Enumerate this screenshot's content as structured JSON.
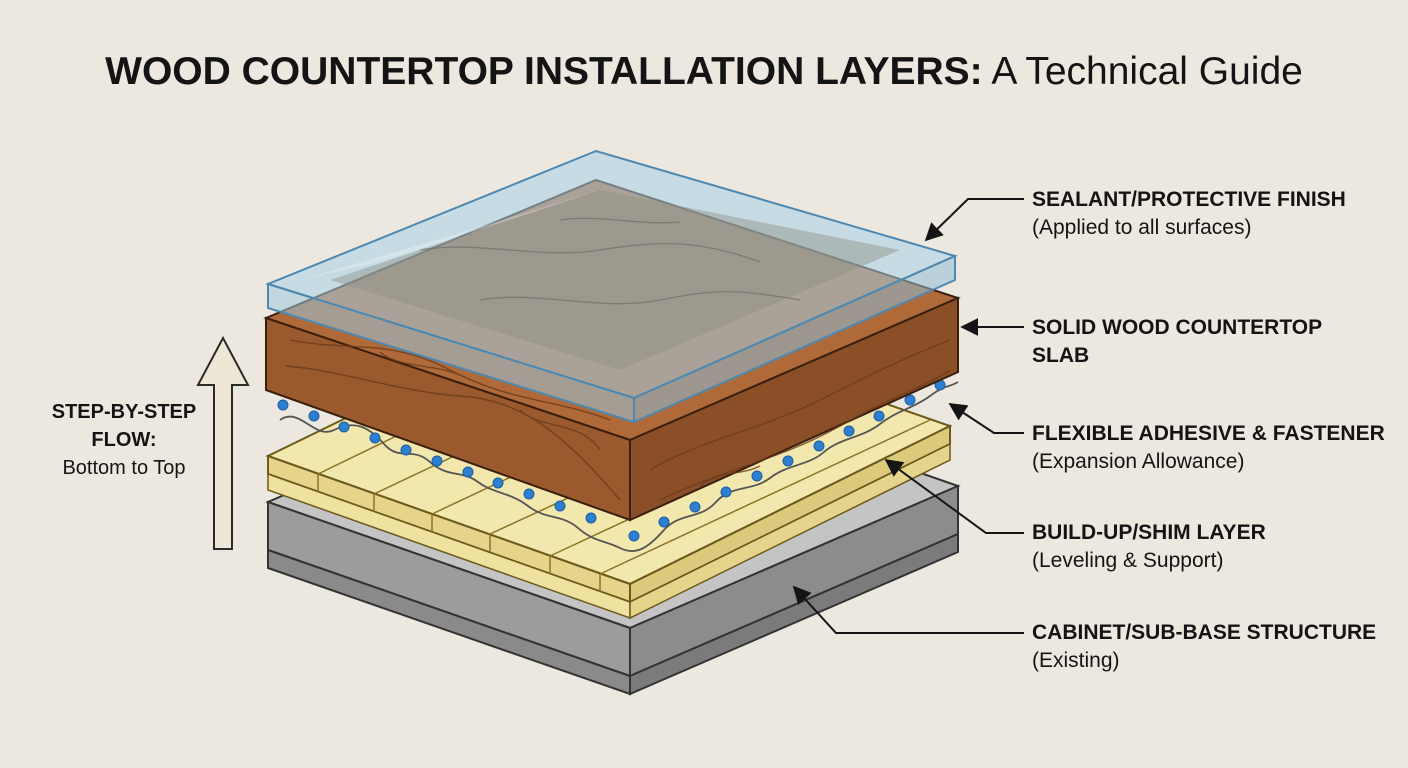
{
  "title": {
    "bold": "WOOD COUNTERTOP INSTALLATION LAYERS:",
    "rest": " A Technical Guide"
  },
  "flow": {
    "heading_line1": "STEP-BY-STEP",
    "heading_line2": "FLOW:",
    "text": "Bottom to Top"
  },
  "layers": [
    {
      "name_line1": "SEALANT/PROTECTIVE FINISH",
      "name_line2": "",
      "note": "(Applied to all surfaces)"
    },
    {
      "name_line1": "SOLID WOOD COUNTERTOP",
      "name_line2": "SLAB",
      "note": ""
    },
    {
      "name_line1": "FLEXIBLE ADHESIVE & FASTENER",
      "name_line2": "",
      "note": "(Expansion Allowance)"
    },
    {
      "name_line1": "BUILD-UP/SHIM LAYER",
      "name_line2": "",
      "note": "(Leveling & Support)"
    },
    {
      "name_line1": "CABINET/SUB-BASE STRUCTURE",
      "name_line2": "",
      "note": "(Existing)"
    }
  ],
  "colors": {
    "background": "#ede8df",
    "cabinet": "#a9a9a9",
    "shim": "#f1e6a6",
    "adhesive_dots": "#2f7fd0",
    "wood": "#9a5a2e",
    "sealant": "#8fc8e8"
  }
}
